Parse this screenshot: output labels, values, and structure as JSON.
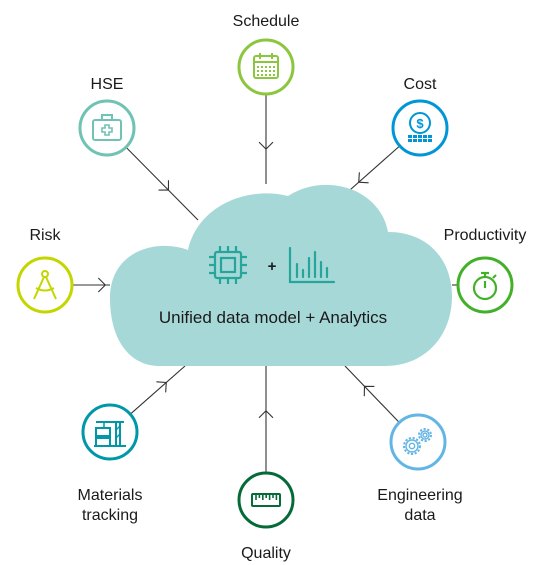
{
  "center": {
    "label": "Unified data model + Analytics",
    "plus": "+",
    "fill": "#a6d8d8",
    "icon_color": "#26a69a",
    "left_icon": "processor-chip-icon",
    "right_icon": "bar-chart-icon"
  },
  "nodes": [
    {
      "id": "schedule",
      "label_lines": [
        "Schedule"
      ],
      "color": "#8cc63f",
      "icon": "calendar-icon"
    },
    {
      "id": "cost",
      "label_lines": [
        "Cost"
      ],
      "color": "#0096d6",
      "icon": "dollar-coins-icon"
    },
    {
      "id": "productivity",
      "label_lines": [
        "Productivity"
      ],
      "color": "#43b02a",
      "icon": "stopwatch-icon"
    },
    {
      "id": "engineering",
      "label_lines": [
        "Engineering",
        "data"
      ],
      "color": "#62b5e5",
      "icon": "gears-icon"
    },
    {
      "id": "quality",
      "label_lines": [
        "Quality"
      ],
      "color": "#046a38",
      "icon": "ruler-icon"
    },
    {
      "id": "materials",
      "label_lines": [
        "Materials",
        "tracking"
      ],
      "color": "#0097a9",
      "icon": "crane-icon"
    },
    {
      "id": "risk",
      "label_lines": [
        "Risk"
      ],
      "color": "#c4d600",
      "icon": "compass-icon"
    },
    {
      "id": "hse",
      "label_lines": [
        "HSE"
      ],
      "color": "#6fc2b4",
      "icon": "first-aid-kit-icon"
    }
  ]
}
